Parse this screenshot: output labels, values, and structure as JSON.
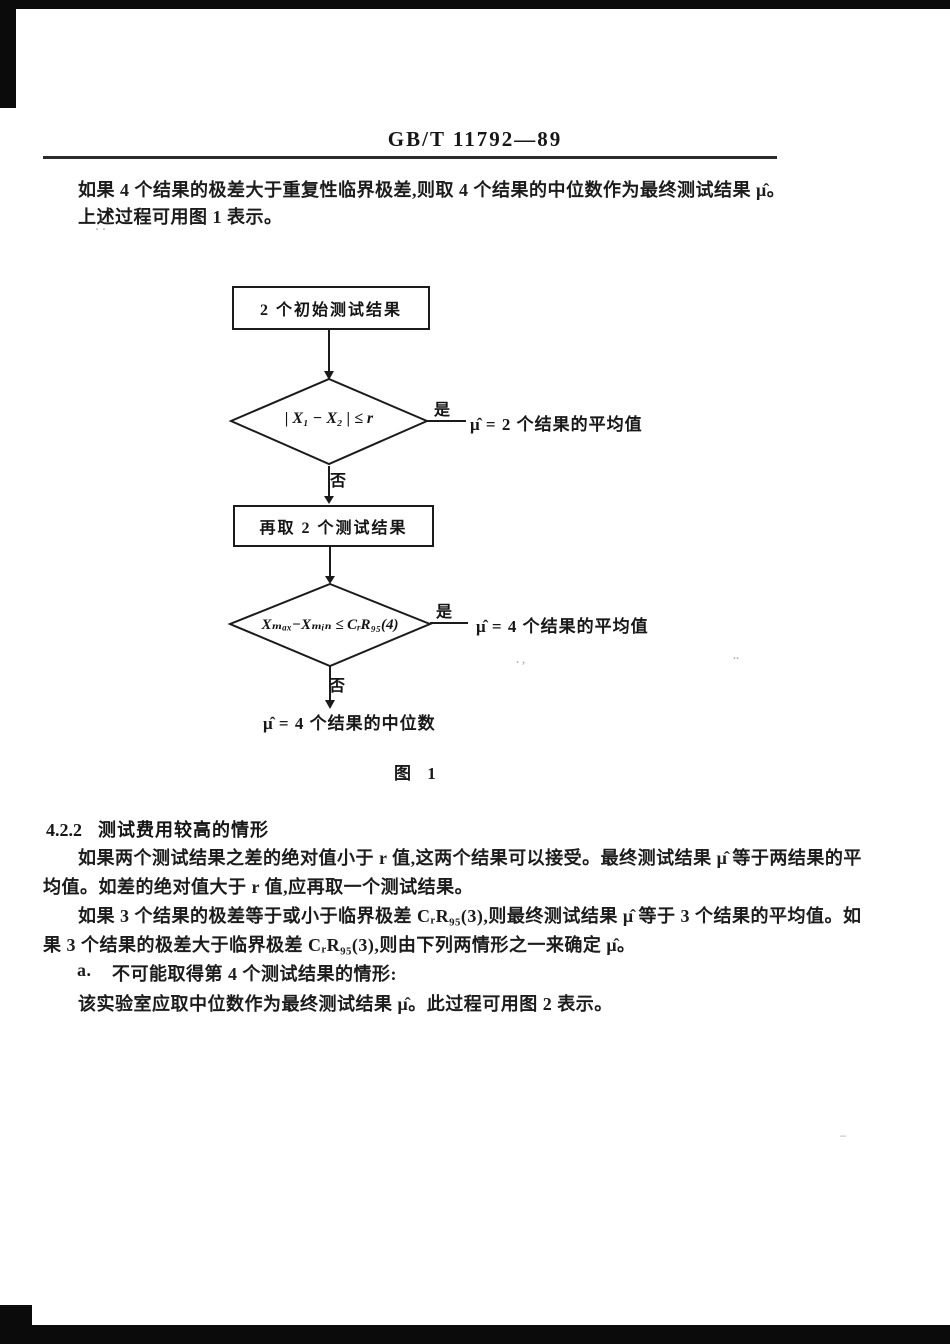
{
  "header": {
    "standard_code": "GB/T 11792—89"
  },
  "intro": {
    "line1": "如果 4 个结果的极差大于重复性临界极差,则取 4 个结果的中位数作为最终测试结果 μ̂。",
    "line2": "上述过程可用图 1 表示。"
  },
  "figure1": {
    "box1": "2 个初始测试结果",
    "diamond1": "| X₁ − X₂ | ≤ r",
    "yes1": "是",
    "result1": "μ̂ = 2 个结果的平均值",
    "no1": "否",
    "box2": "再取 2 个测试结果",
    "diamond2": "Xₘₐₓ−Xₘᵢₙ ≤ CᵣR₉₅(4)",
    "yes2": "是",
    "result2": "μ̂ = 4 个结果的平均值",
    "no2": "否",
    "result3": "μ̂ = 4 个结果的中位数",
    "caption": "图 1"
  },
  "section": {
    "number": "4.2.2",
    "title": "测试费用较高的情形",
    "lines": [
      "如果两个测试结果之差的绝对值小于 r 值,这两个结果可以接受。最终测试结果 μ̂ 等于两结果的平",
      "均值。如差的绝对值大于 r 值,应再取一个测试结果。",
      "如果 3 个结果的极差等于或小于临界极差 CᵣR₉₅(3),则最终测试结果 μ̂ 等于 3 个结果的平均值。如",
      "果 3 个结果的极差大于临界极差 CᵣR₉₅(3),则由下列两情形之一来确定 μ̂。",
      "不可能取得第 4 个测试结果的情形:",
      "该实验室应取中位数作为最终测试结果 μ̂。此过程可用图 2 表示。"
    ],
    "item_label": "a."
  }
}
